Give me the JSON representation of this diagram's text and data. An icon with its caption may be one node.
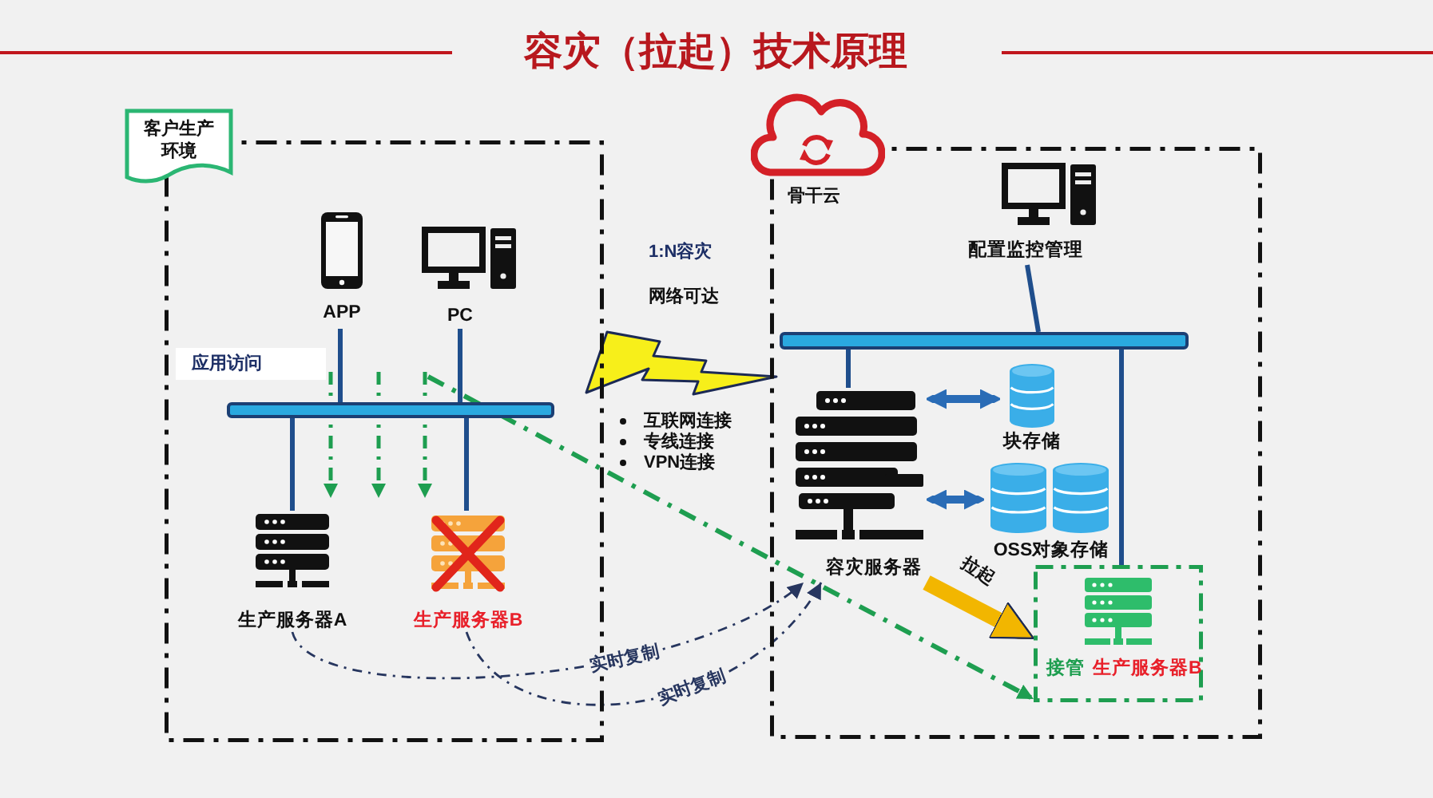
{
  "diagram": {
    "title": "容灾（拉起）技术原理",
    "nodes": [
      {
        "text": [
          "客户生产环境"
        ]
      },
      {
        "text": [
          "APP"
        ],
        "in": 0
      },
      {
        "text": [
          "PC"
        ],
        "in": 0
      },
      {
        "text": [],
        "shape": "bar",
        "in": 0
      },
      {
        "text": [
          "生产服务器A"
        ],
        "in": 0
      },
      {
        "text": [
          "生产服务器B"
        ],
        "in": 0
      },
      {
        "text": [
          "骨干云"
        ]
      },
      {
        "text": [
          "配置监控管理"
        ],
        "in": 6
      },
      {
        "text": [],
        "shape": "bar",
        "in": 6
      },
      {
        "text": [
          "容灾服务器"
        ],
        "in": 6
      },
      {
        "text": [
          "块存储"
        ],
        "in": 6
      },
      {
        "text": [
          "OSS对象存储"
        ],
        "in": 6
      },
      {
        "text": [
          "接管",
          "生产服务器B"
        ],
        "in": 6
      }
    ],
    "edges": [
      {
        "from": 1,
        "to": 3,
        "arrow": "none"
      },
      {
        "from": 2,
        "to": 3,
        "arrow": "none"
      },
      {
        "from": 3,
        "to": 4,
        "arrow": "none"
      },
      {
        "from": 3,
        "to": 5,
        "arrow": "none"
      },
      {
        "from": 7,
        "to": 8,
        "arrow": "none"
      },
      {
        "from": 8,
        "to": 9,
        "arrow": "none"
      },
      {
        "from": 8,
        "to": 12,
        "arrow": "none"
      },
      {
        "from": 9,
        "to": 10,
        "arrow": "both",
        "color": "#2a6cb6"
      },
      {
        "from": 9,
        "to": 11,
        "arrow": "both",
        "color": "#2a6cb6"
      },
      {
        "from": 4,
        "to": 9,
        "arrow": "to",
        "label": "实时复制",
        "style": "dashed",
        "color": "#27365f"
      },
      {
        "from": 5,
        "to": 9,
        "arrow": "to",
        "label": "实时复制",
        "style": "dashed",
        "color": "#27365f"
      },
      {
        "from": null,
        "to": 12,
        "arrow": "to",
        "style": "dashed",
        "color": "#1e9e50"
      },
      {
        "from": 9,
        "to": 12,
        "arrow": "to",
        "label": "拉起",
        "style": "thick",
        "color": "#f2b600"
      }
    ],
    "labels": [
      "1:N容灾",
      "网络可达",
      "应用访问",
      "互联网连接",
      "专线连接",
      "VPN连接"
    ]
  }
}
